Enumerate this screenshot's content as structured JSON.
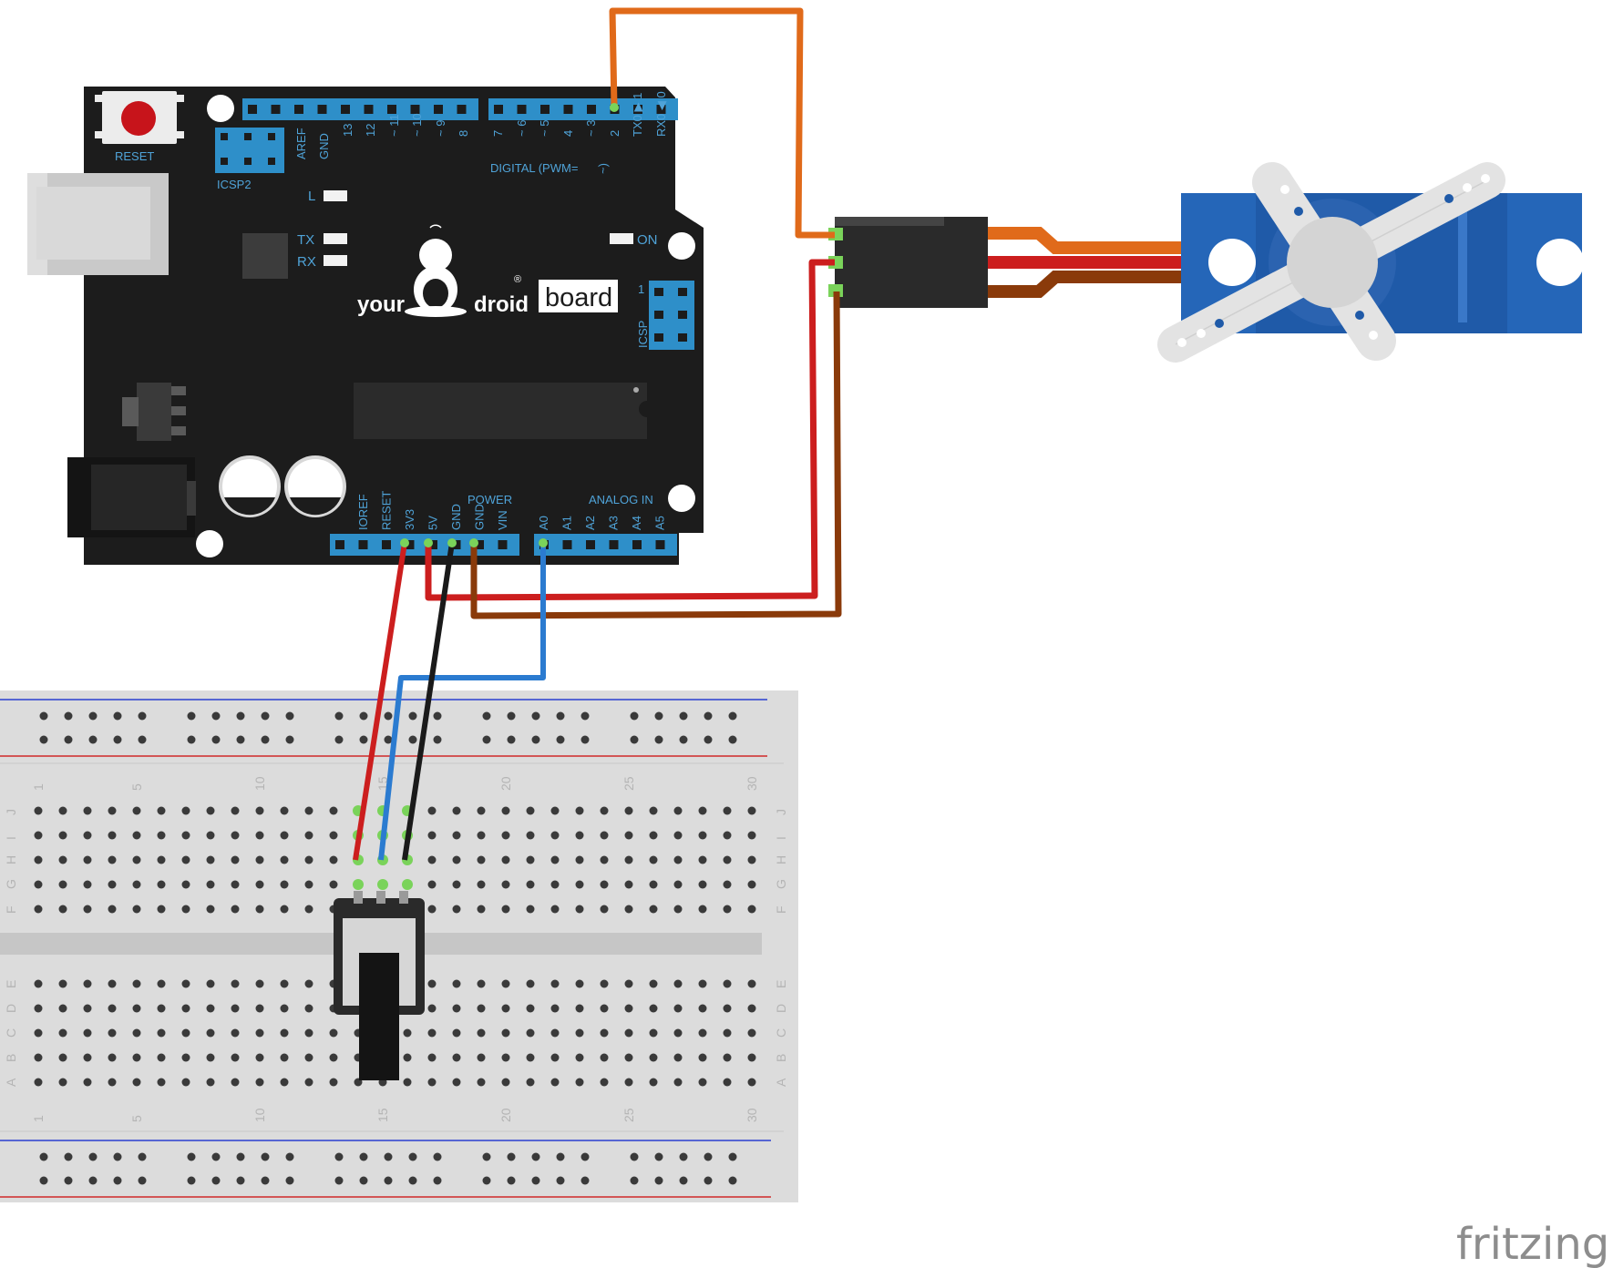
{
  "board": {
    "reset_label": "RESET",
    "icsp2_label": "ICSP2",
    "icsp_label": "ICSP",
    "icsp_pin1": "1",
    "led_l": "L",
    "led_tx": "TX",
    "led_rx": "RX",
    "led_on": "ON",
    "logo_your": "your",
    "logo_droid": "droid",
    "logo_board": "board",
    "logo_reg": "®",
    "digital_label": "DIGITAL  (PWM=",
    "digital_tilde": "~)",
    "power_label": "POWER",
    "analog_label": "ANALOG  IN",
    "top_pins": [
      "AREF",
      "GND",
      "13",
      "12",
      "~ 11",
      "~ 10",
      "~ 9",
      "8",
      "7",
      "~ 6",
      "~ 5",
      "4",
      "~ 3",
      "2",
      "TX0 ▶ 1",
      "RX0 ◀ 0"
    ],
    "power_pins": [
      "IOREF",
      "RESET",
      "3V3",
      "5V",
      "GND",
      "GND",
      "VIN"
    ],
    "analog_pins": [
      "A0",
      "A1",
      "A2",
      "A3",
      "A4",
      "A5"
    ]
  },
  "breadboard": {
    "column_numbers": [
      "1",
      "5",
      "10",
      "15",
      "20",
      "25",
      "30"
    ],
    "row_letters_top": [
      "J",
      "I",
      "H",
      "G",
      "F"
    ],
    "row_letters_bottom": [
      "E",
      "D",
      "C",
      "B",
      "A"
    ]
  },
  "watermark": "fritzing",
  "colors": {
    "board": "#1c1c1c",
    "header": "#2e8fc9",
    "wire_red": "#cc1e1e",
    "wire_blue": "#2b7bd0",
    "wire_black": "#1a1a1a",
    "wire_brown": "#8a3a0a",
    "wire_orange": "#e06a1a",
    "servo_blue": "#1f5aa8",
    "breadboard": "#dcdcdc"
  }
}
